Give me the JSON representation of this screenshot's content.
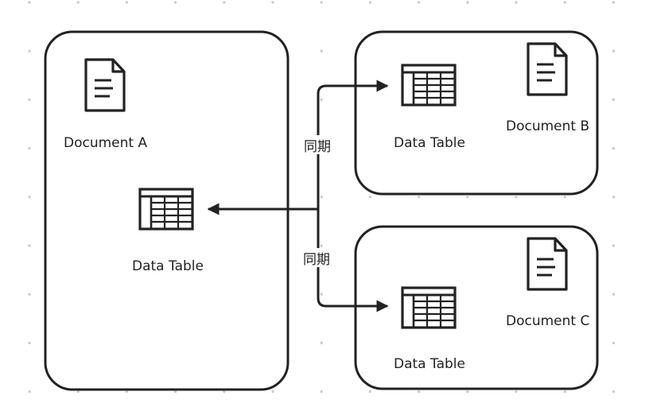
{
  "containers": {
    "a": {
      "document_label": "Document A",
      "table_label": "Data Table"
    },
    "b": {
      "document_label": "Document B",
      "table_label": "Data Table"
    },
    "c": {
      "document_label": "Document C",
      "table_label": "Data Table"
    }
  },
  "connectors": {
    "to_b": {
      "label": "同期"
    },
    "to_c": {
      "label": "同期"
    }
  },
  "colors": {
    "stroke": "#222222",
    "grid_dot": "#c8c8c8",
    "background": "#ffffff"
  },
  "icons": {
    "document": "document-icon",
    "table": "table-icon"
  }
}
